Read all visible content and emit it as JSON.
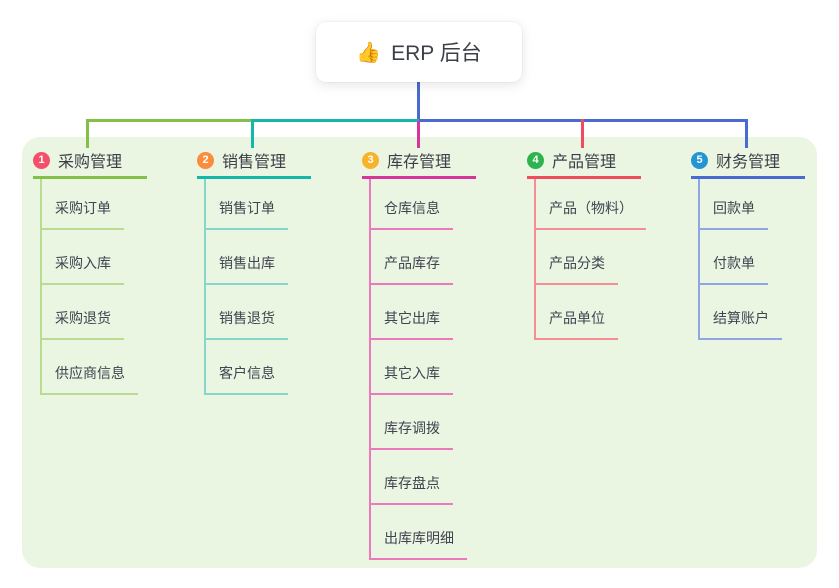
{
  "root": {
    "icon": "👍",
    "label": "ERP 后台"
  },
  "colors": {
    "panel_bg": "#eaf6e2",
    "trunk_blue": "#4b69d2"
  },
  "branches": [
    {
      "num": "1",
      "label": "采购管理",
      "color": "#84bf47",
      "tint": "#b9dc92",
      "badge": "#f4506b",
      "children": [
        "采购订单",
        "采购入库",
        "采购退货",
        "供应商信息"
      ]
    },
    {
      "num": "2",
      "label": "销售管理",
      "color": "#14b8aa",
      "tint": "#85d6cb",
      "badge": "#fb8c3c",
      "children": [
        "销售订单",
        "销售出库",
        "销售退货",
        "客户信息"
      ]
    },
    {
      "num": "3",
      "label": "库存管理",
      "color": "#d6359c",
      "tint": "#ea79bd",
      "badge": "#f7b32b",
      "children": [
        "仓库信息",
        "产品库存",
        "其它出库",
        "其它入库",
        "库存调拨",
        "库存盘点",
        "出库库明细"
      ]
    },
    {
      "num": "4",
      "label": "产品管理",
      "color": "#ef4d5e",
      "tint": "#f58d96",
      "badge": "#2eb34f",
      "children": [
        "产品（物料）",
        "产品分类",
        "产品单位"
      ]
    },
    {
      "num": "5",
      "label": "财务管理",
      "color": "#4b69d2",
      "tint": "#8fa6e6",
      "badge": "#2196d3",
      "children": [
        "回款单",
        "付款单",
        "结算账户"
      ]
    }
  ]
}
